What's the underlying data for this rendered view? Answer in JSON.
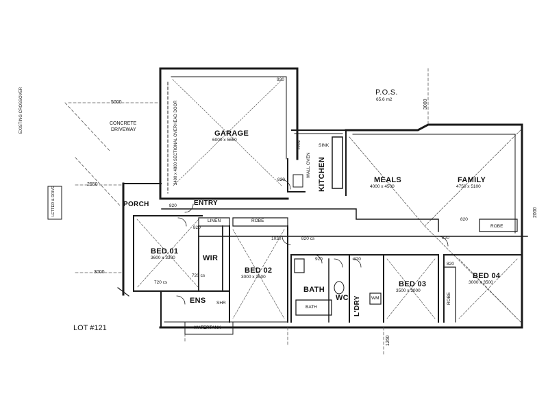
{
  "rooms": {
    "garage": {
      "name": "GARAGE",
      "dim": "6000 x 5650"
    },
    "meals": {
      "name": "MEALS",
      "dim": "4000 x 4500"
    },
    "family": {
      "name": "FAMILY",
      "dim": "4750 x 5100"
    },
    "bed01": {
      "name": "BED 01",
      "dim": "3600 x 3300"
    },
    "bed02": {
      "name": "BED 02",
      "dim": "3000 x 3500"
    },
    "bed03": {
      "name": "BED 03",
      "dim": "3500 x 3000"
    },
    "bed04": {
      "name": "BED 04",
      "dim": "3000 x 3500"
    },
    "kitchen": {
      "name": "KITCHEN"
    },
    "porch": {
      "name": "PORCH"
    },
    "entry": {
      "name": "ENTRY"
    },
    "wir": {
      "name": "WIR"
    },
    "ens": {
      "name": "ENS"
    },
    "bath": {
      "name": "BATH"
    },
    "wc": {
      "name": "WC"
    },
    "ldry": {
      "name": "L'DRY"
    }
  },
  "labels": {
    "pos": "P.O.S.",
    "pos_area": "65.6 m2",
    "driveway_line1": "CONCRETE",
    "driveway_line2": "DRIVEWAY",
    "lot": "LOT #121",
    "watertank": "WATERTANK",
    "linen": "LINEN",
    "robe": "ROBE",
    "robe_family": "ROBE",
    "robe_bed04": "ROBE",
    "sink": "SINK",
    "pan": "PAN",
    "wm": "WM",
    "bath_fixture": "BATH",
    "shr": "SHR",
    "wall_oven": "WALL OVEN",
    "garage_door": "2400 x 4800 SECTIONAL OVERHEAD DOOR",
    "existing": "EXISTING CROSSOVER",
    "letter": "LETTER & DRIVE"
  },
  "dims": {
    "d5000": "5000",
    "d2550": "2550",
    "d3000": "3000",
    "d3000b": "3000",
    "d2000": "2000",
    "d1260": "1260",
    "w920a": "920",
    "w820a": "820",
    "w820b": "820",
    "w820c": "820",
    "w820d": "820",
    "w820e": "820",
    "w820f": "820",
    "w720a": "720 cs",
    "w720b": "720 cs",
    "w1030": "1030",
    "w920b": "920",
    "w820g": "820",
    "w820h": "820 cs"
  },
  "colors": {
    "line": "#1a1a1a",
    "dash": "#555555"
  }
}
